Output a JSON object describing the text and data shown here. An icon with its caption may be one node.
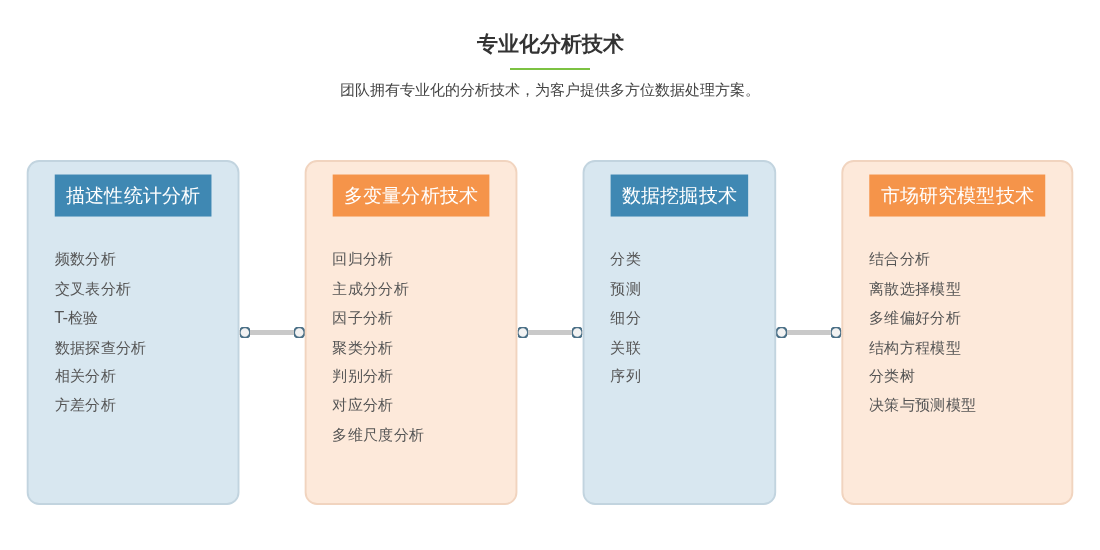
{
  "diagram": {
    "title": "专业化分析技术",
    "nodes": [
      {
        "text": [
          "描述性统计分析",
          "频数分析",
          "交叉表分析",
          "T-检验",
          "数据探查分析",
          "相关分析",
          "方差分析"
        ]
      },
      {
        "text": [
          "多变量分析技术",
          "回归分析",
          "主成分分析",
          "因子分析",
          "聚类分析",
          "判别分析",
          "对应分析",
          "多维尺度分析"
        ]
      },
      {
        "text": [
          "数据挖掘技术",
          "分类",
          "预测",
          "细分",
          "关联",
          "序列"
        ]
      },
      {
        "text": [
          "市场研究模型技术",
          "结合分析",
          "离散选择模型",
          "多维偏好分析",
          "结构方程模型",
          "分类树",
          "决策与预测模型"
        ]
      }
    ],
    "edges": [
      {
        "from": 0,
        "to": 1,
        "arrow": "other"
      },
      {
        "from": 1,
        "to": 2,
        "arrow": "other"
      },
      {
        "from": 2,
        "to": 3,
        "arrow": "other"
      }
    ],
    "labels": [
      "团队拥有专业化的分析技术，为客户提供多方位数据处理方案。"
    ]
  }
}
